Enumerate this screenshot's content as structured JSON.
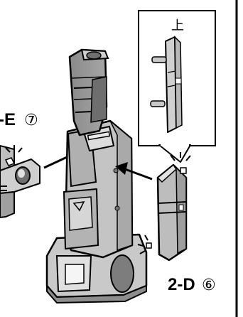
{
  "labels": {
    "part_e": "-E",
    "part_e_step": "⑦",
    "part_d": "2-D",
    "part_d_step": "⑥"
  },
  "callout": {
    "orientation_mark": "上"
  }
}
